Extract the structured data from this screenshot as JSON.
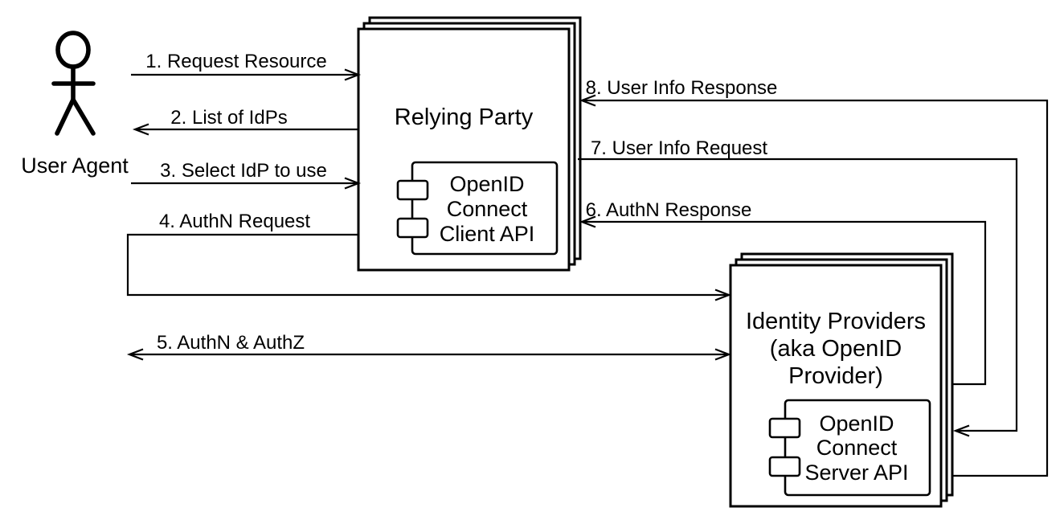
{
  "colors": {
    "background": "#ffffff",
    "stroke": "#000000",
    "text": "#000000"
  },
  "actor": {
    "label": "User Agent"
  },
  "relying_party": {
    "title": "Relying Party",
    "component": {
      "lines": [
        "OpenID",
        "Connect",
        "Client API"
      ]
    }
  },
  "identity_provider": {
    "title_lines": [
      "Identity Providers",
      "(aka OpenID",
      "Provider)"
    ],
    "component": {
      "lines": [
        "OpenID",
        "Connect",
        "Server API"
      ]
    }
  },
  "messages": [
    {
      "label": "1. Request Resource",
      "from": "User Agent",
      "to": "Relying Party",
      "bidirectional": false
    },
    {
      "label": "2. List of IdPs",
      "from": "Relying Party",
      "to": "User Agent",
      "bidirectional": false
    },
    {
      "label": "3. Select IdP to use",
      "from": "User Agent",
      "to": "Relying Party",
      "bidirectional": false
    },
    {
      "label": "4. AuthN Request",
      "from": "Relying Party",
      "to": "Identity Providers",
      "bidirectional": false
    },
    {
      "label": "5. AuthN & AuthZ",
      "from": "Identity Providers",
      "to": "User Agent",
      "bidirectional": true
    },
    {
      "label": "6. AuthN Response",
      "from": "Identity Providers",
      "to": "Relying Party",
      "bidirectional": false
    },
    {
      "label": "7. User Info Request",
      "from": "Relying Party",
      "to": "Identity Providers",
      "bidirectional": false
    },
    {
      "label": "8. User Info Response",
      "from": "Identity Providers",
      "to": "Relying Party",
      "bidirectional": false
    }
  ]
}
